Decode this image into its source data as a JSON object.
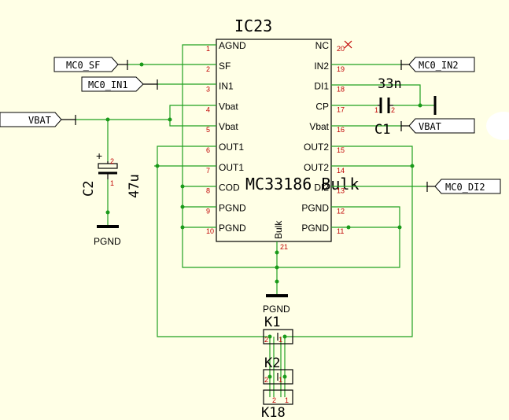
{
  "ic": {
    "ref": "IC23",
    "value": "MC33186 Bulk",
    "left_pins": [
      {
        "num": "1",
        "name": "AGND"
      },
      {
        "num": "2",
        "name": "SF"
      },
      {
        "num": "3",
        "name": "IN1"
      },
      {
        "num": "4",
        "name": "Vbat"
      },
      {
        "num": "5",
        "name": "Vbat"
      },
      {
        "num": "6",
        "name": "OUT1"
      },
      {
        "num": "7",
        "name": "OUT1"
      },
      {
        "num": "8",
        "name": "COD"
      },
      {
        "num": "9",
        "name": "PGND"
      },
      {
        "num": "10",
        "name": "PGND"
      }
    ],
    "right_pins": [
      {
        "num": "20",
        "name": "NC"
      },
      {
        "num": "19",
        "name": "IN2"
      },
      {
        "num": "18",
        "name": "DI1"
      },
      {
        "num": "17",
        "name": "CP"
      },
      {
        "num": "16",
        "name": "Vbat"
      },
      {
        "num": "15",
        "name": "OUT2"
      },
      {
        "num": "14",
        "name": "OUT2"
      },
      {
        "num": "13",
        "name": "DI2"
      },
      {
        "num": "12",
        "name": "PGND"
      },
      {
        "num": "11",
        "name": "PGND"
      }
    ],
    "bottom_pin": {
      "num": "21",
      "name": "Bulk"
    }
  },
  "nets": {
    "mc0_sf": "MC0_SF",
    "mc0_in1": "MC0_IN1",
    "vbat_left": "VBAT",
    "mc0_in2": "MC0_IN2",
    "vbat_right": "VBAT",
    "mc0_di2": "MC0_DI2"
  },
  "c2": {
    "ref": "C2",
    "value": "47u",
    "plus": "+",
    "pin_top": "2",
    "pin_bottom": "1"
  },
  "c1": {
    "ref": "C1",
    "value": "33n",
    "pin_left": "1",
    "pin_right": "2"
  },
  "grounds": {
    "left": "PGND",
    "bottom": "PGND"
  },
  "connectors": [
    {
      "ref": "K1",
      "pin_left": "2",
      "pin_right": "1"
    },
    {
      "ref": "K2",
      "pin_left": "2",
      "pin_right": "1"
    },
    {
      "ref": "K18",
      "pin_left": "2",
      "pin_right": "1"
    }
  ],
  "colors": {
    "wire": "#21a121",
    "background": "#ffffe6",
    "pin_number": "#c00000",
    "nc_mark": "#c00000"
  }
}
